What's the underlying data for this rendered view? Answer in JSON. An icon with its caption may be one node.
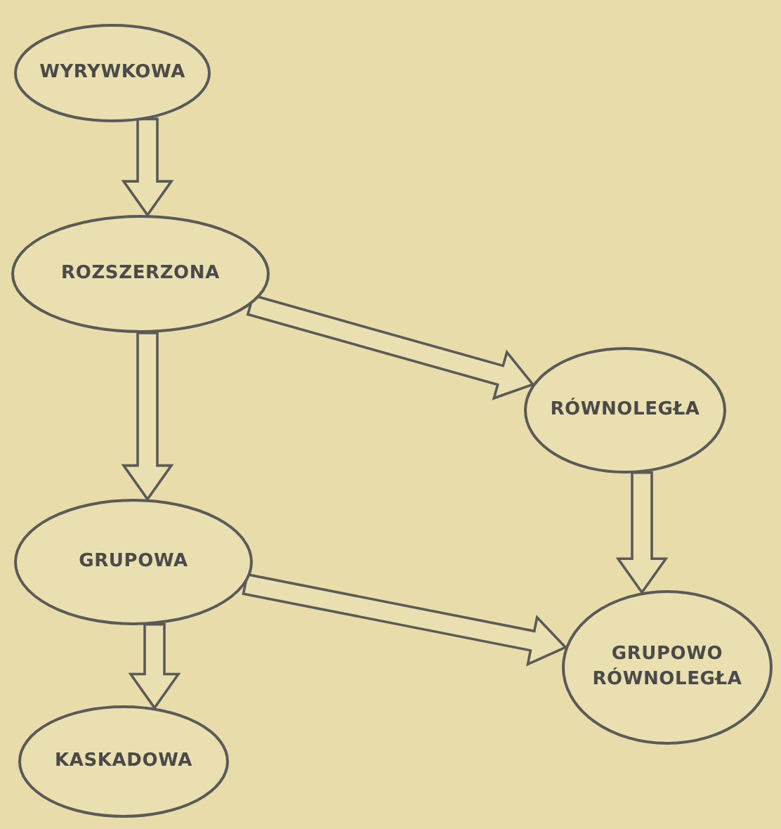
{
  "diagram": {
    "nodes": [
      {
        "text": [
          "WYRYWKOWA"
        ]
      },
      {
        "text": [
          "ROZSZERZONA"
        ]
      },
      {
        "text": [
          "RÓWNOLEGŁA"
        ]
      },
      {
        "text": [
          "GRUPOWA"
        ]
      },
      {
        "text": [
          "GRUPOWO RÓWNOLEGŁA"
        ]
      },
      {
        "text": [
          "KASKADOWA"
        ]
      }
    ],
    "edges": [
      {
        "from": 0,
        "to": 1,
        "arrow": "to"
      },
      {
        "from": 1,
        "to": 2,
        "arrow": "to"
      },
      {
        "from": 1,
        "to": 3,
        "arrow": "to"
      },
      {
        "from": 2,
        "to": 4,
        "arrow": "to"
      },
      {
        "from": 3,
        "to": 4,
        "arrow": "to"
      },
      {
        "from": 3,
        "to": 5,
        "arrow": "to"
      }
    ]
  }
}
